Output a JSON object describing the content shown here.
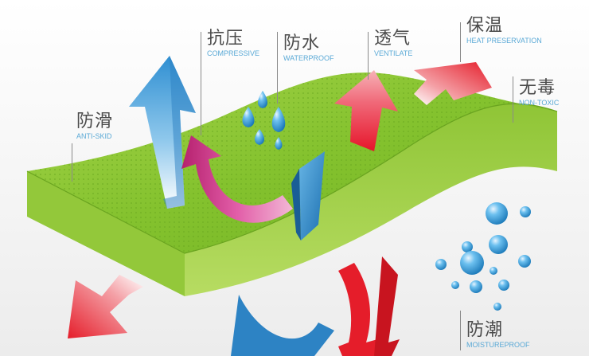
{
  "features": [
    {
      "key": "anti_skid",
      "cn": "防滑",
      "en": "ANTI-SKID"
    },
    {
      "key": "compressive",
      "cn": "抗压",
      "en": "COMPRESSIVE"
    },
    {
      "key": "waterproof",
      "cn": "防水",
      "en": "WATERPROOF"
    },
    {
      "key": "ventilate",
      "cn": "透气",
      "en": "VENTILATE"
    },
    {
      "key": "heat_preservation",
      "cn": "保温",
      "en": "HEAT PRESERVATION"
    },
    {
      "key": "non_toxic",
      "cn": "无毒",
      "en": "NON-TOXIC"
    },
    {
      "key": "moistureproof",
      "cn": "防潮",
      "en": "MOISTUREPROOF"
    }
  ],
  "colors": {
    "material_top": "#7fbe2a",
    "material_side": "#9acb3a",
    "material_edge": "#5f9a1c",
    "arrow_blue": "#3e9bd6",
    "arrow_red": "#e8202a",
    "arrow_pink": "#c0287c",
    "label_text": "#4b4b4b",
    "label_sub": "#5aa9d6",
    "droplet": "#2c8ec9"
  }
}
